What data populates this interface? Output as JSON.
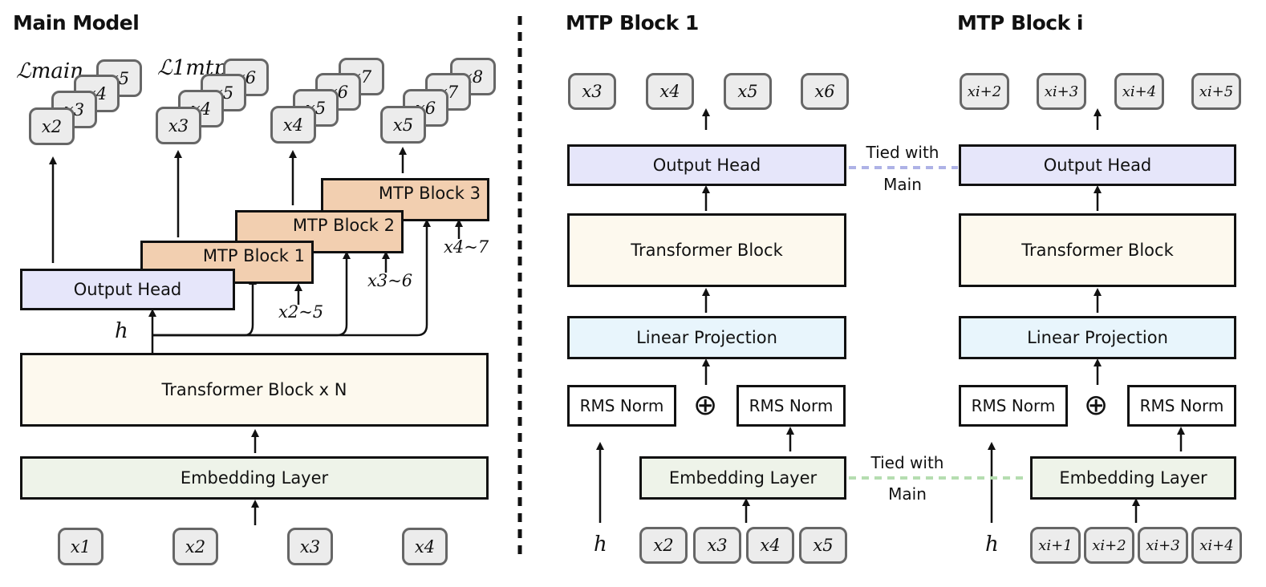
{
  "titles": {
    "main": "Main Model",
    "mtp1": "MTP Block 1",
    "mtpi": "MTP Block i"
  },
  "main": {
    "output_head": "Output Head",
    "transformer": "Transformer Block x N",
    "embedding": "Embedding Layer",
    "mtp_blocks": [
      "MTP Block 1",
      "MTP Block 2",
      "MTP Block 3"
    ],
    "h_label": "h",
    "input_tokens": [
      "x1",
      "x2",
      "x3",
      "x4"
    ],
    "loss_main": "ℒmain",
    "loss_mtp": "ℒ1mtp",
    "stacks": [
      [
        "x2",
        "x3",
        "x4",
        "x5"
      ],
      [
        "x3",
        "x4",
        "x5",
        "x6"
      ],
      [
        "x4",
        "x5",
        "x6",
        "x7"
      ],
      [
        "x5",
        "x6",
        "x7",
        "x8"
      ]
    ],
    "range_labels": [
      "x2~5",
      "x3~6",
      "x4~7"
    ]
  },
  "mtp1": {
    "outputs": [
      "x3",
      "x4",
      "x5",
      "x6"
    ],
    "output_head": "Output Head",
    "transformer": "Transformer Block",
    "linear": "Linear Projection",
    "norm_left": "RMS Norm",
    "norm_right": "RMS Norm",
    "embedding": "Embedding Layer",
    "h_label": "h",
    "inputs": [
      "x2",
      "x3",
      "x4",
      "x5"
    ]
  },
  "mtpi": {
    "outputs": [
      "xi+2",
      "xi+3",
      "xi+4",
      "xi+5"
    ],
    "output_head": "Output Head",
    "transformer": "Transformer Block",
    "linear": "Linear Projection",
    "norm_left": "RMS Norm",
    "norm_right": "RMS Norm",
    "embedding": "Embedding Layer",
    "h_label": "h",
    "inputs": [
      "xi+1",
      "xi+2",
      "xi+3",
      "xi+4"
    ]
  },
  "tied": {
    "head_line1": "Tied with",
    "head_line2": "Main",
    "emb_line1": "Tied with",
    "emb_line2": "Main"
  },
  "colors": {
    "output_head": "#e6e6fa",
    "transformer": "#fdf9ee",
    "embedding": "#eef3e9",
    "linear": "#e8f5fc",
    "mtp_block": "#f2cfb0",
    "token_fill": "#ececec",
    "tied_head_line": "#aeb2e6",
    "tied_emb_line": "#b5ddb0"
  },
  "icons": {
    "add": "oplus-icon"
  }
}
